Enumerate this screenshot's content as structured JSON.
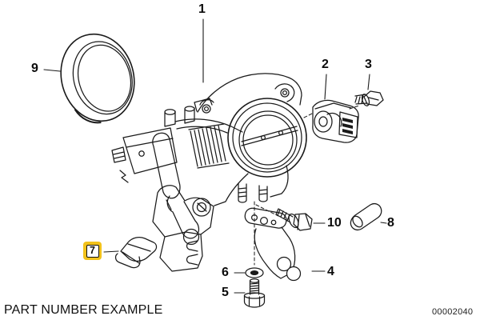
{
  "diagram": {
    "type": "exploded-parts-diagram",
    "highlight_color": "#F2C21B",
    "line_color": "#1a1a1a",
    "background_color": "#ffffff",
    "callouts": [
      {
        "number": "1",
        "highlighted": false
      },
      {
        "number": "2",
        "highlighted": false
      },
      {
        "number": "3",
        "highlighted": false
      },
      {
        "number": "4",
        "highlighted": false
      },
      {
        "number": "5",
        "highlighted": false
      },
      {
        "number": "6",
        "highlighted": false
      },
      {
        "number": "7",
        "highlighted": true
      },
      {
        "number": "8",
        "highlighted": false
      },
      {
        "number": "9",
        "highlighted": false
      },
      {
        "number": "10",
        "highlighted": false
      }
    ]
  },
  "footer": {
    "caption": "PART NUMBER EXAMPLE",
    "drawing_number": "00002040"
  }
}
